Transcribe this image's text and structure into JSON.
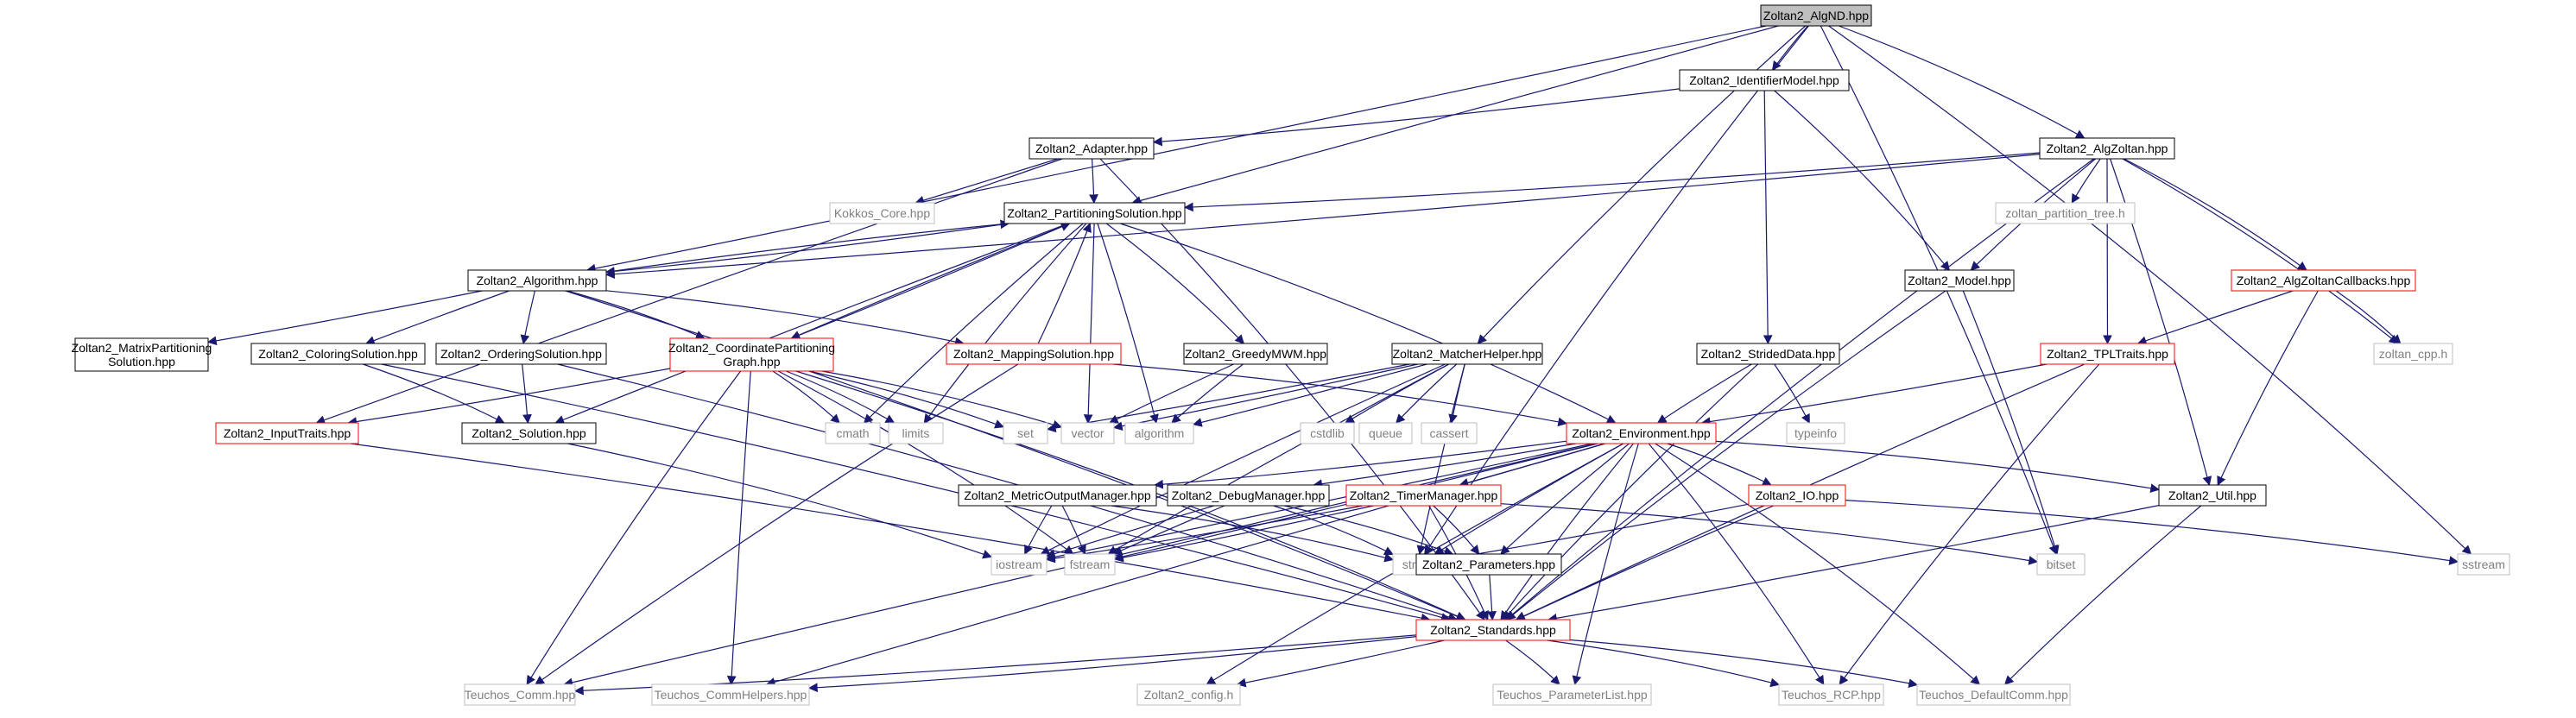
{
  "graph": {
    "colors": {
      "focus_fill": "#bfbfbf",
      "focus_stroke": "#000000",
      "normal_stroke": "#000000",
      "truncated_stroke": "#ff0000",
      "external_stroke": "#bfbfbf",
      "text": "#000000",
      "external_text": "#808080",
      "edge": "#191970",
      "background": "#ffffff"
    },
    "nodes": [
      {
        "id": "algnd",
        "lines": [
          "Zoltan2_AlgND.hpp"
        ],
        "kind": "focus"
      },
      {
        "id": "identmodel",
        "lines": [
          "Zoltan2_IdentifierModel.hpp"
        ],
        "kind": "normal"
      },
      {
        "id": "adapter",
        "lines": [
          "Zoltan2_Adapter.hpp"
        ],
        "kind": "normal"
      },
      {
        "id": "algzoltan",
        "lines": [
          "Zoltan2_AlgZoltan.hpp"
        ],
        "kind": "normal"
      },
      {
        "id": "kokkoscore",
        "lines": [
          "Kokkos_Core.hpp"
        ],
        "kind": "external"
      },
      {
        "id": "partsol",
        "lines": [
          "Zoltan2_PartitioningSolution.hpp"
        ],
        "kind": "normal"
      },
      {
        "id": "zpt",
        "lines": [
          "zoltan_partition_tree.h"
        ],
        "kind": "external"
      },
      {
        "id": "model",
        "lines": [
          "Zoltan2_Model.hpp"
        ],
        "kind": "normal"
      },
      {
        "id": "algzcb",
        "lines": [
          "Zoltan2_AlgZoltanCallbacks.hpp"
        ],
        "kind": "truncated"
      },
      {
        "id": "algorithm",
        "lines": [
          "Zoltan2_Algorithm.hpp"
        ],
        "kind": "normal"
      },
      {
        "id": "mps",
        "lines": [
          "Zoltan2_MatrixPartitioning",
          "Solution.hpp"
        ],
        "kind": "normal"
      },
      {
        "id": "coloring",
        "lines": [
          "Zoltan2_ColoringSolution.hpp"
        ],
        "kind": "normal"
      },
      {
        "id": "ordering",
        "lines": [
          "Zoltan2_OrderingSolution.hpp"
        ],
        "kind": "normal"
      },
      {
        "id": "cpg",
        "lines": [
          "Zoltan2_CoordinatePartitioning",
          "Graph.hpp"
        ],
        "kind": "truncated"
      },
      {
        "id": "mapping",
        "lines": [
          "Zoltan2_MappingSolution.hpp"
        ],
        "kind": "truncated"
      },
      {
        "id": "greedy",
        "lines": [
          "Zoltan2_GreedyMWM.hpp"
        ],
        "kind": "normal"
      },
      {
        "id": "matcher",
        "lines": [
          "Zoltan2_MatcherHelper.hpp"
        ],
        "kind": "normal"
      },
      {
        "id": "strided",
        "lines": [
          "Zoltan2_StridedData.hpp"
        ],
        "kind": "normal"
      },
      {
        "id": "tpltraits",
        "lines": [
          "Zoltan2_TPLTraits.hpp"
        ],
        "kind": "truncated"
      },
      {
        "id": "zoltancpp",
        "lines": [
          "zoltan_cpp.h"
        ],
        "kind": "external"
      },
      {
        "id": "inputtraits",
        "lines": [
          "Zoltan2_InputTraits.hpp"
        ],
        "kind": "truncated"
      },
      {
        "id": "solution",
        "lines": [
          "Zoltan2_Solution.hpp"
        ],
        "kind": "normal"
      },
      {
        "id": "cmath",
        "lines": [
          "cmath"
        ],
        "kind": "external"
      },
      {
        "id": "limits",
        "lines": [
          "limits"
        ],
        "kind": "external"
      },
      {
        "id": "set",
        "lines": [
          "set"
        ],
        "kind": "external"
      },
      {
        "id": "vector",
        "lines": [
          "vector"
        ],
        "kind": "external"
      },
      {
        "id": "algo_std",
        "lines": [
          "algorithm"
        ],
        "kind": "external"
      },
      {
        "id": "cstdlib",
        "lines": [
          "cstdlib"
        ],
        "kind": "external"
      },
      {
        "id": "queue",
        "lines": [
          "queue"
        ],
        "kind": "external"
      },
      {
        "id": "cassert",
        "lines": [
          "cassert"
        ],
        "kind": "external"
      },
      {
        "id": "env",
        "lines": [
          "Zoltan2_Environment.hpp"
        ],
        "kind": "truncated"
      },
      {
        "id": "typeinfo",
        "lines": [
          "typeinfo"
        ],
        "kind": "external"
      },
      {
        "id": "metric",
        "lines": [
          "Zoltan2_MetricOutputManager.hpp"
        ],
        "kind": "normal"
      },
      {
        "id": "debug",
        "lines": [
          "Zoltan2_DebugManager.hpp"
        ],
        "kind": "normal"
      },
      {
        "id": "timer",
        "lines": [
          "Zoltan2_TimerManager.hpp"
        ],
        "kind": "truncated"
      },
      {
        "id": "io",
        "lines": [
          "Zoltan2_IO.hpp"
        ],
        "kind": "truncated"
      },
      {
        "id": "util",
        "lines": [
          "Zoltan2_Util.hpp"
        ],
        "kind": "normal"
      },
      {
        "id": "iostream",
        "lines": [
          "iostream"
        ],
        "kind": "external"
      },
      {
        "id": "fstream",
        "lines": [
          "fstream"
        ],
        "kind": "external"
      },
      {
        "id": "string",
        "lines": [
          "string"
        ],
        "kind": "external"
      },
      {
        "id": "params",
        "lines": [
          "Zoltan2_Parameters.hpp"
        ],
        "kind": "normal"
      },
      {
        "id": "bitset",
        "lines": [
          "bitset"
        ],
        "kind": "external"
      },
      {
        "id": "sstream",
        "lines": [
          "sstream"
        ],
        "kind": "external"
      },
      {
        "id": "standards",
        "lines": [
          "Zoltan2_Standards.hpp"
        ],
        "kind": "truncated"
      },
      {
        "id": "tcomm",
        "lines": [
          "Teuchos_Comm.hpp"
        ],
        "kind": "external"
      },
      {
        "id": "tcommh",
        "lines": [
          "Teuchos_CommHelpers.hpp"
        ],
        "kind": "external"
      },
      {
        "id": "config",
        "lines": [
          "Zoltan2_config.h"
        ],
        "kind": "external"
      },
      {
        "id": "tpl",
        "lines": [
          "Teuchos_ParameterList.hpp"
        ],
        "kind": "external"
      },
      {
        "id": "trcp",
        "lines": [
          "Teuchos_RCP.hpp"
        ],
        "kind": "external"
      },
      {
        "id": "tdc",
        "lines": [
          "Teuchos_DefaultComm.hpp"
        ],
        "kind": "external"
      }
    ],
    "edges": [
      [
        "algnd",
        "identmodel"
      ],
      [
        "algnd",
        "algzoltan"
      ],
      [
        "algnd",
        "partsol"
      ],
      [
        "algnd",
        "algorithm"
      ],
      [
        "algnd",
        "matcher"
      ],
      [
        "algnd",
        "string"
      ],
      [
        "algnd",
        "bitset"
      ],
      [
        "algnd",
        "sstream"
      ],
      [
        "identmodel",
        "adapter"
      ],
      [
        "identmodel",
        "model"
      ],
      [
        "identmodel",
        "strided"
      ],
      [
        "adapter",
        "kokkoscore"
      ],
      [
        "adapter",
        "partsol"
      ],
      [
        "adapter",
        "inputtraits"
      ],
      [
        "adapter",
        "standards"
      ],
      [
        "algzoltan",
        "partsol"
      ],
      [
        "algzoltan",
        "algorithm"
      ],
      [
        "algzoltan",
        "zpt"
      ],
      [
        "algzoltan",
        "model"
      ],
      [
        "algzoltan",
        "algzcb"
      ],
      [
        "algzoltan",
        "tpltraits"
      ],
      [
        "algzoltan",
        "zoltancpp"
      ],
      [
        "algzoltan",
        "util"
      ],
      [
        "algzoltan",
        "standards"
      ],
      [
        "partsol",
        "algorithm"
      ],
      [
        "partsol",
        "cpg"
      ],
      [
        "partsol",
        "greedy"
      ],
      [
        "partsol",
        "solution"
      ],
      [
        "partsol",
        "cmath"
      ],
      [
        "partsol",
        "limits"
      ],
      [
        "partsol",
        "vector"
      ],
      [
        "partsol",
        "algo_std"
      ],
      [
        "partsol",
        "env"
      ],
      [
        "algorithm",
        "partsol"
      ],
      [
        "algorithm",
        "mps"
      ],
      [
        "algorithm",
        "coloring"
      ],
      [
        "algorithm",
        "ordering"
      ],
      [
        "algorithm",
        "cpg"
      ],
      [
        "algorithm",
        "mapping"
      ],
      [
        "algorithm",
        "standards"
      ],
      [
        "cpg",
        "partsol"
      ],
      [
        "cpg",
        "inputtraits"
      ],
      [
        "cpg",
        "cmath"
      ],
      [
        "cpg",
        "limits"
      ],
      [
        "cpg",
        "set"
      ],
      [
        "cpg",
        "vector"
      ],
      [
        "cpg",
        "tcomm"
      ],
      [
        "cpg",
        "tcommh"
      ],
      [
        "cpg",
        "fstream"
      ],
      [
        "cpg",
        "standards"
      ],
      [
        "mapping",
        "partsol"
      ],
      [
        "mapping",
        "env"
      ],
      [
        "mapping",
        "tcomm"
      ],
      [
        "coloring",
        "solution"
      ],
      [
        "coloring",
        "standards"
      ],
      [
        "ordering",
        "solution"
      ],
      [
        "ordering",
        "standards"
      ],
      [
        "greedy",
        "vector"
      ],
      [
        "greedy",
        "algo_std"
      ],
      [
        "matcher",
        "set"
      ],
      [
        "matcher",
        "vector"
      ],
      [
        "matcher",
        "algo_std"
      ],
      [
        "matcher",
        "cstdlib"
      ],
      [
        "matcher",
        "queue"
      ],
      [
        "matcher",
        "cassert"
      ],
      [
        "matcher",
        "string"
      ],
      [
        "matcher",
        "iostream"
      ],
      [
        "matcher",
        "fstream"
      ],
      [
        "strided",
        "env"
      ],
      [
        "strided",
        "typeinfo"
      ],
      [
        "strided",
        "standards"
      ],
      [
        "model",
        "bitset"
      ],
      [
        "model",
        "standards"
      ],
      [
        "algzcb",
        "tpltraits"
      ],
      [
        "algzcb",
        "zoltancpp"
      ],
      [
        "algzcb",
        "util"
      ],
      [
        "tpltraits",
        "env"
      ],
      [
        "tpltraits",
        "standards"
      ],
      [
        "tpltraits",
        "trcp"
      ],
      [
        "inputtraits",
        "standards"
      ],
      [
        "solution",
        "iostream"
      ],
      [
        "env",
        "metric"
      ],
      [
        "env",
        "debug"
      ],
      [
        "env",
        "timer"
      ],
      [
        "env",
        "io"
      ],
      [
        "env",
        "util"
      ],
      [
        "env",
        "params"
      ],
      [
        "env",
        "iostream"
      ],
      [
        "env",
        "fstream"
      ],
      [
        "env",
        "string"
      ],
      [
        "env",
        "standards"
      ],
      [
        "env",
        "tcomm"
      ],
      [
        "env",
        "tcommh"
      ],
      [
        "env",
        "tpl"
      ],
      [
        "env",
        "trcp"
      ],
      [
        "env",
        "tdc"
      ],
      [
        "env",
        "config"
      ],
      [
        "metric",
        "iostream"
      ],
      [
        "metric",
        "fstream"
      ],
      [
        "metric",
        "string"
      ],
      [
        "debug",
        "iostream"
      ],
      [
        "debug",
        "fstream"
      ],
      [
        "debug",
        "string"
      ],
      [
        "debug",
        "params"
      ],
      [
        "timer",
        "iostream"
      ],
      [
        "timer",
        "fstream"
      ],
      [
        "timer",
        "params"
      ],
      [
        "timer",
        "standards"
      ],
      [
        "timer",
        "bitset"
      ],
      [
        "io",
        "string"
      ],
      [
        "io",
        "sstream"
      ],
      [
        "io",
        "standards"
      ],
      [
        "util",
        "standards"
      ],
      [
        "util",
        "tdc"
      ],
      [
        "params",
        "standards"
      ],
      [
        "standards",
        "tcomm"
      ],
      [
        "standards",
        "tcommh"
      ],
      [
        "standards",
        "config"
      ],
      [
        "standards",
        "tpl"
      ],
      [
        "standards",
        "trcp"
      ],
      [
        "standards",
        "tdc"
      ]
    ]
  }
}
